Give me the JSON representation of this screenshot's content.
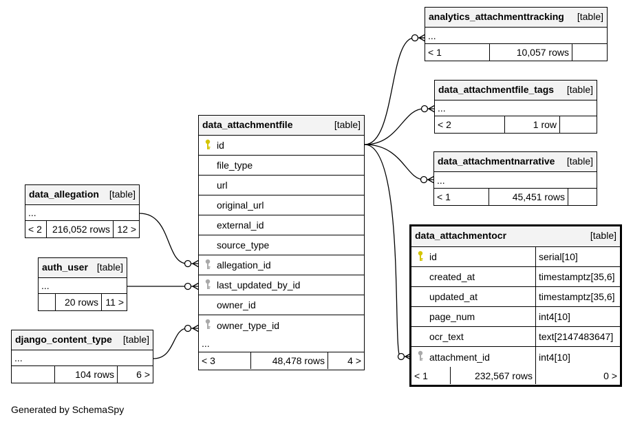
{
  "colors": {
    "primary_key": "#d4c400",
    "foreign_key": "#a9a9a9",
    "header_bg": "#f3f3f3",
    "line": "#000000"
  },
  "main_table": {
    "name": "data_attachmentfile",
    "kind": "[table]",
    "columns": [
      {
        "name": "id",
        "key": "primary-key-icon"
      },
      {
        "name": "file_type",
        "key": ""
      },
      {
        "name": "url",
        "key": ""
      },
      {
        "name": "original_url",
        "key": ""
      },
      {
        "name": "external_id",
        "key": ""
      },
      {
        "name": "source_type",
        "key": ""
      },
      {
        "name": "allegation_id",
        "key": "foreign-key-icon"
      },
      {
        "name": "last_updated_by_id",
        "key": "foreign-key-icon"
      },
      {
        "name": "owner_id",
        "key": ""
      },
      {
        "name": "owner_type_id",
        "key": "foreign-key-icon"
      }
    ],
    "ellipsis": "...",
    "footer": {
      "parents": "< 3",
      "rows": "48,478 rows",
      "children": "4 >"
    }
  },
  "parents": {
    "data_allegation": {
      "name": "data_allegation",
      "kind": "[table]",
      "ellipsis": "...",
      "footer": {
        "parents": "< 2",
        "rows": "216,052 rows",
        "children": "12 >"
      }
    },
    "auth_user": {
      "name": "auth_user",
      "kind": "[table]",
      "ellipsis": "...",
      "footer": {
        "parents": "",
        "rows": "20 rows",
        "children": "11 >"
      }
    },
    "django_content_type": {
      "name": "django_content_type",
      "kind": "[table]",
      "ellipsis": "...",
      "footer": {
        "parents": "",
        "rows": "104 rows",
        "children": "6 >"
      }
    }
  },
  "children": {
    "analytics": {
      "name": "analytics_attachmenttracking",
      "kind": "[table]",
      "ellipsis": "...",
      "footer": {
        "parents": "< 1",
        "rows": "10,057 rows",
        "children": ""
      }
    },
    "tags": {
      "name": "data_attachmentfile_tags",
      "kind": "[table]",
      "ellipsis": "...",
      "footer": {
        "parents": "< 2",
        "rows": "1 row",
        "children": ""
      }
    },
    "narrative": {
      "name": "data_attachmentnarrative",
      "kind": "[table]",
      "ellipsis": "...",
      "footer": {
        "parents": "< 1",
        "rows": "45,451 rows",
        "children": ""
      }
    },
    "ocr": {
      "name": "data_attachmentocr",
      "kind": "[table]",
      "columns": [
        {
          "name": "id",
          "type": "serial[10]",
          "key": "primary-key-icon"
        },
        {
          "name": "created_at",
          "type": "timestamptz[35,6]",
          "key": ""
        },
        {
          "name": "updated_at",
          "type": "timestamptz[35,6]",
          "key": ""
        },
        {
          "name": "page_num",
          "type": "int4[10]",
          "key": ""
        },
        {
          "name": "ocr_text",
          "type": "text[2147483647]",
          "key": ""
        },
        {
          "name": "attachment_id",
          "type": "int4[10]",
          "key": "foreign-key-icon"
        }
      ],
      "footer": {
        "parents": "< 1",
        "rows": "232,567 rows",
        "children": "0 >"
      }
    }
  },
  "footer_text": "Generated by SchemaSpy"
}
